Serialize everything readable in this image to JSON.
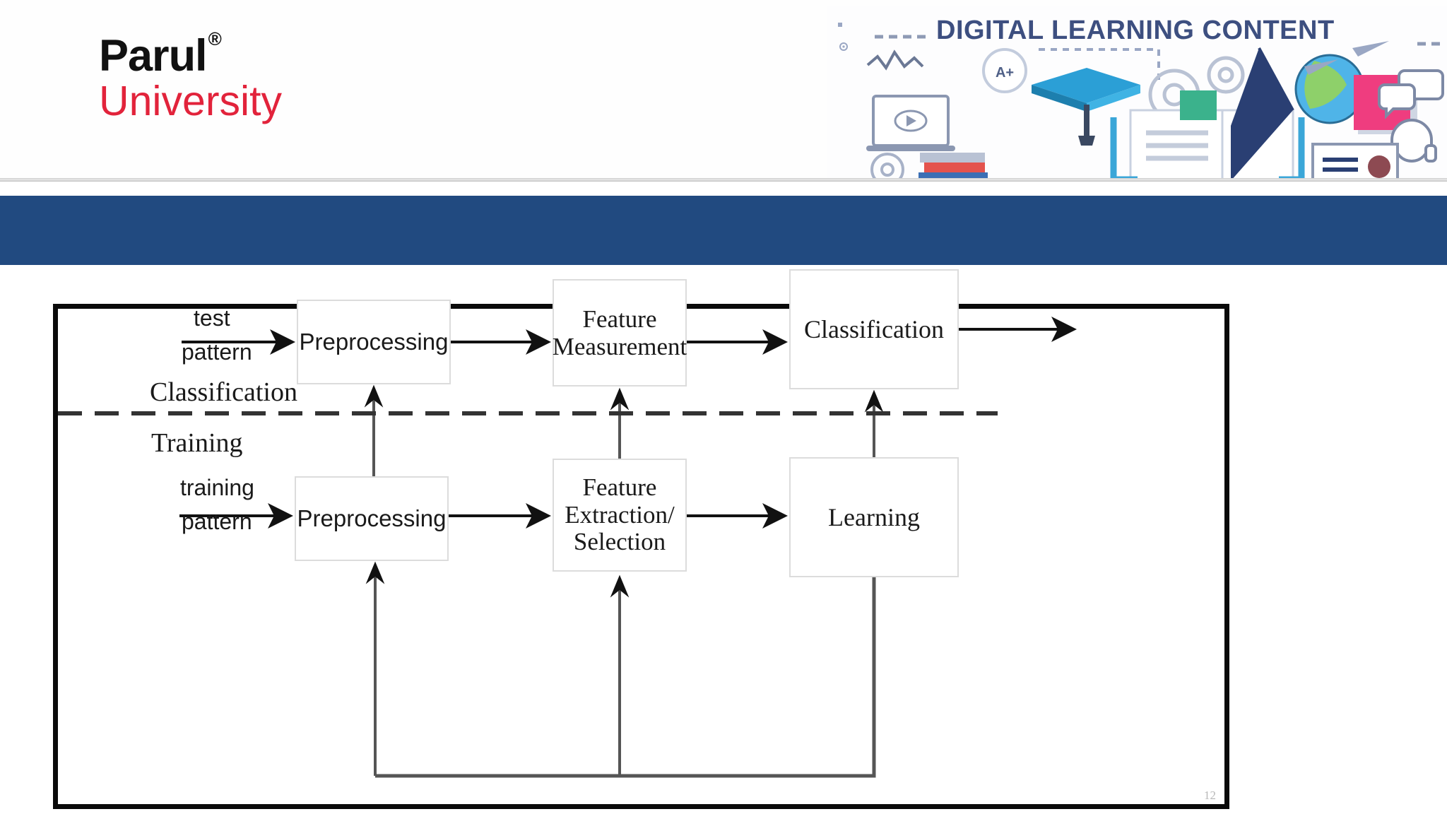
{
  "header": {
    "logo": {
      "name_primary": "Parul",
      "registered_mark": "®",
      "name_secondary": "University"
    },
    "banner": {
      "title": "DIGITAL LEARNING CONTENT",
      "art_icons": [
        "graduation-cap-icon",
        "laptop-video-icon",
        "gear-icon",
        "open-book-icon",
        "globe-icon",
        "pink-book-icon",
        "chat-bubbles-icon",
        "headset-avatar-icon",
        "a-plus-grade-icon",
        "paper-plane-icon",
        "stack-of-books-icon",
        "id-card-icon"
      ],
      "accent_color": "#3d4f80"
    }
  },
  "title_band": {
    "text": "",
    "background_color": "#214a80"
  },
  "diagram": {
    "type": "flowchart",
    "title": "",
    "frame_border_color": "#0a0a0a",
    "divider": {
      "style": "dashed",
      "upper_section_label": "Classification",
      "lower_section_label": "Training"
    },
    "nodes": [
      {
        "id": "pre-test",
        "label": "Preprocessing",
        "row": "classification",
        "order": 1
      },
      {
        "id": "feat-meas",
        "label": "Feature\nMeasurement",
        "row": "classification",
        "order": 2
      },
      {
        "id": "classify",
        "label": "Classification",
        "row": "classification",
        "order": 3
      },
      {
        "id": "pre-train",
        "label": "Preprocessing",
        "row": "training",
        "order": 1
      },
      {
        "id": "feat-ext",
        "label": "Feature\nExtraction/\nSelection",
        "row": "training",
        "order": 2
      },
      {
        "id": "learning",
        "label": "Learning",
        "row": "training",
        "order": 3
      }
    ],
    "node_labels": {
      "preprocessing_test": "Preprocessing",
      "feature_measurement_line1": "Feature",
      "feature_measurement_line2": "Measurement",
      "classification": "Classification",
      "preprocessing_training": "Preprocessing",
      "feature_extraction_line1": "Feature",
      "feature_extraction_line2": "Extraction/",
      "feature_extraction_line3": "Selection",
      "learning": "Learning"
    },
    "input_labels": {
      "test_line1": "test",
      "test_line2": "pattern",
      "training_line1": "training",
      "training_line2": "pattern"
    },
    "edges": [
      {
        "from": "test-pattern-input",
        "to": "pre-test",
        "kind": "arrow-right"
      },
      {
        "from": "pre-test",
        "to": "feat-meas",
        "kind": "arrow-right"
      },
      {
        "from": "feat-meas",
        "to": "classify",
        "kind": "arrow-right"
      },
      {
        "from": "classify",
        "to": "output",
        "kind": "arrow-right"
      },
      {
        "from": "training-pattern-input",
        "to": "pre-train",
        "kind": "arrow-right"
      },
      {
        "from": "pre-train",
        "to": "feat-ext",
        "kind": "arrow-right"
      },
      {
        "from": "feat-ext",
        "to": "learning",
        "kind": "arrow-right"
      },
      {
        "from": "pre-train",
        "to": "pre-test",
        "kind": "arrow-up"
      },
      {
        "from": "feat-ext",
        "to": "feat-meas",
        "kind": "arrow-up"
      },
      {
        "from": "learning",
        "to": "classify",
        "kind": "arrow-up"
      },
      {
        "from": "learning",
        "to": "pre-train",
        "kind": "feedback-loop-up"
      },
      {
        "from": "learning",
        "to": "feat-ext",
        "kind": "feedback-loop-up"
      }
    ]
  },
  "footer": {
    "page_number": "12"
  }
}
